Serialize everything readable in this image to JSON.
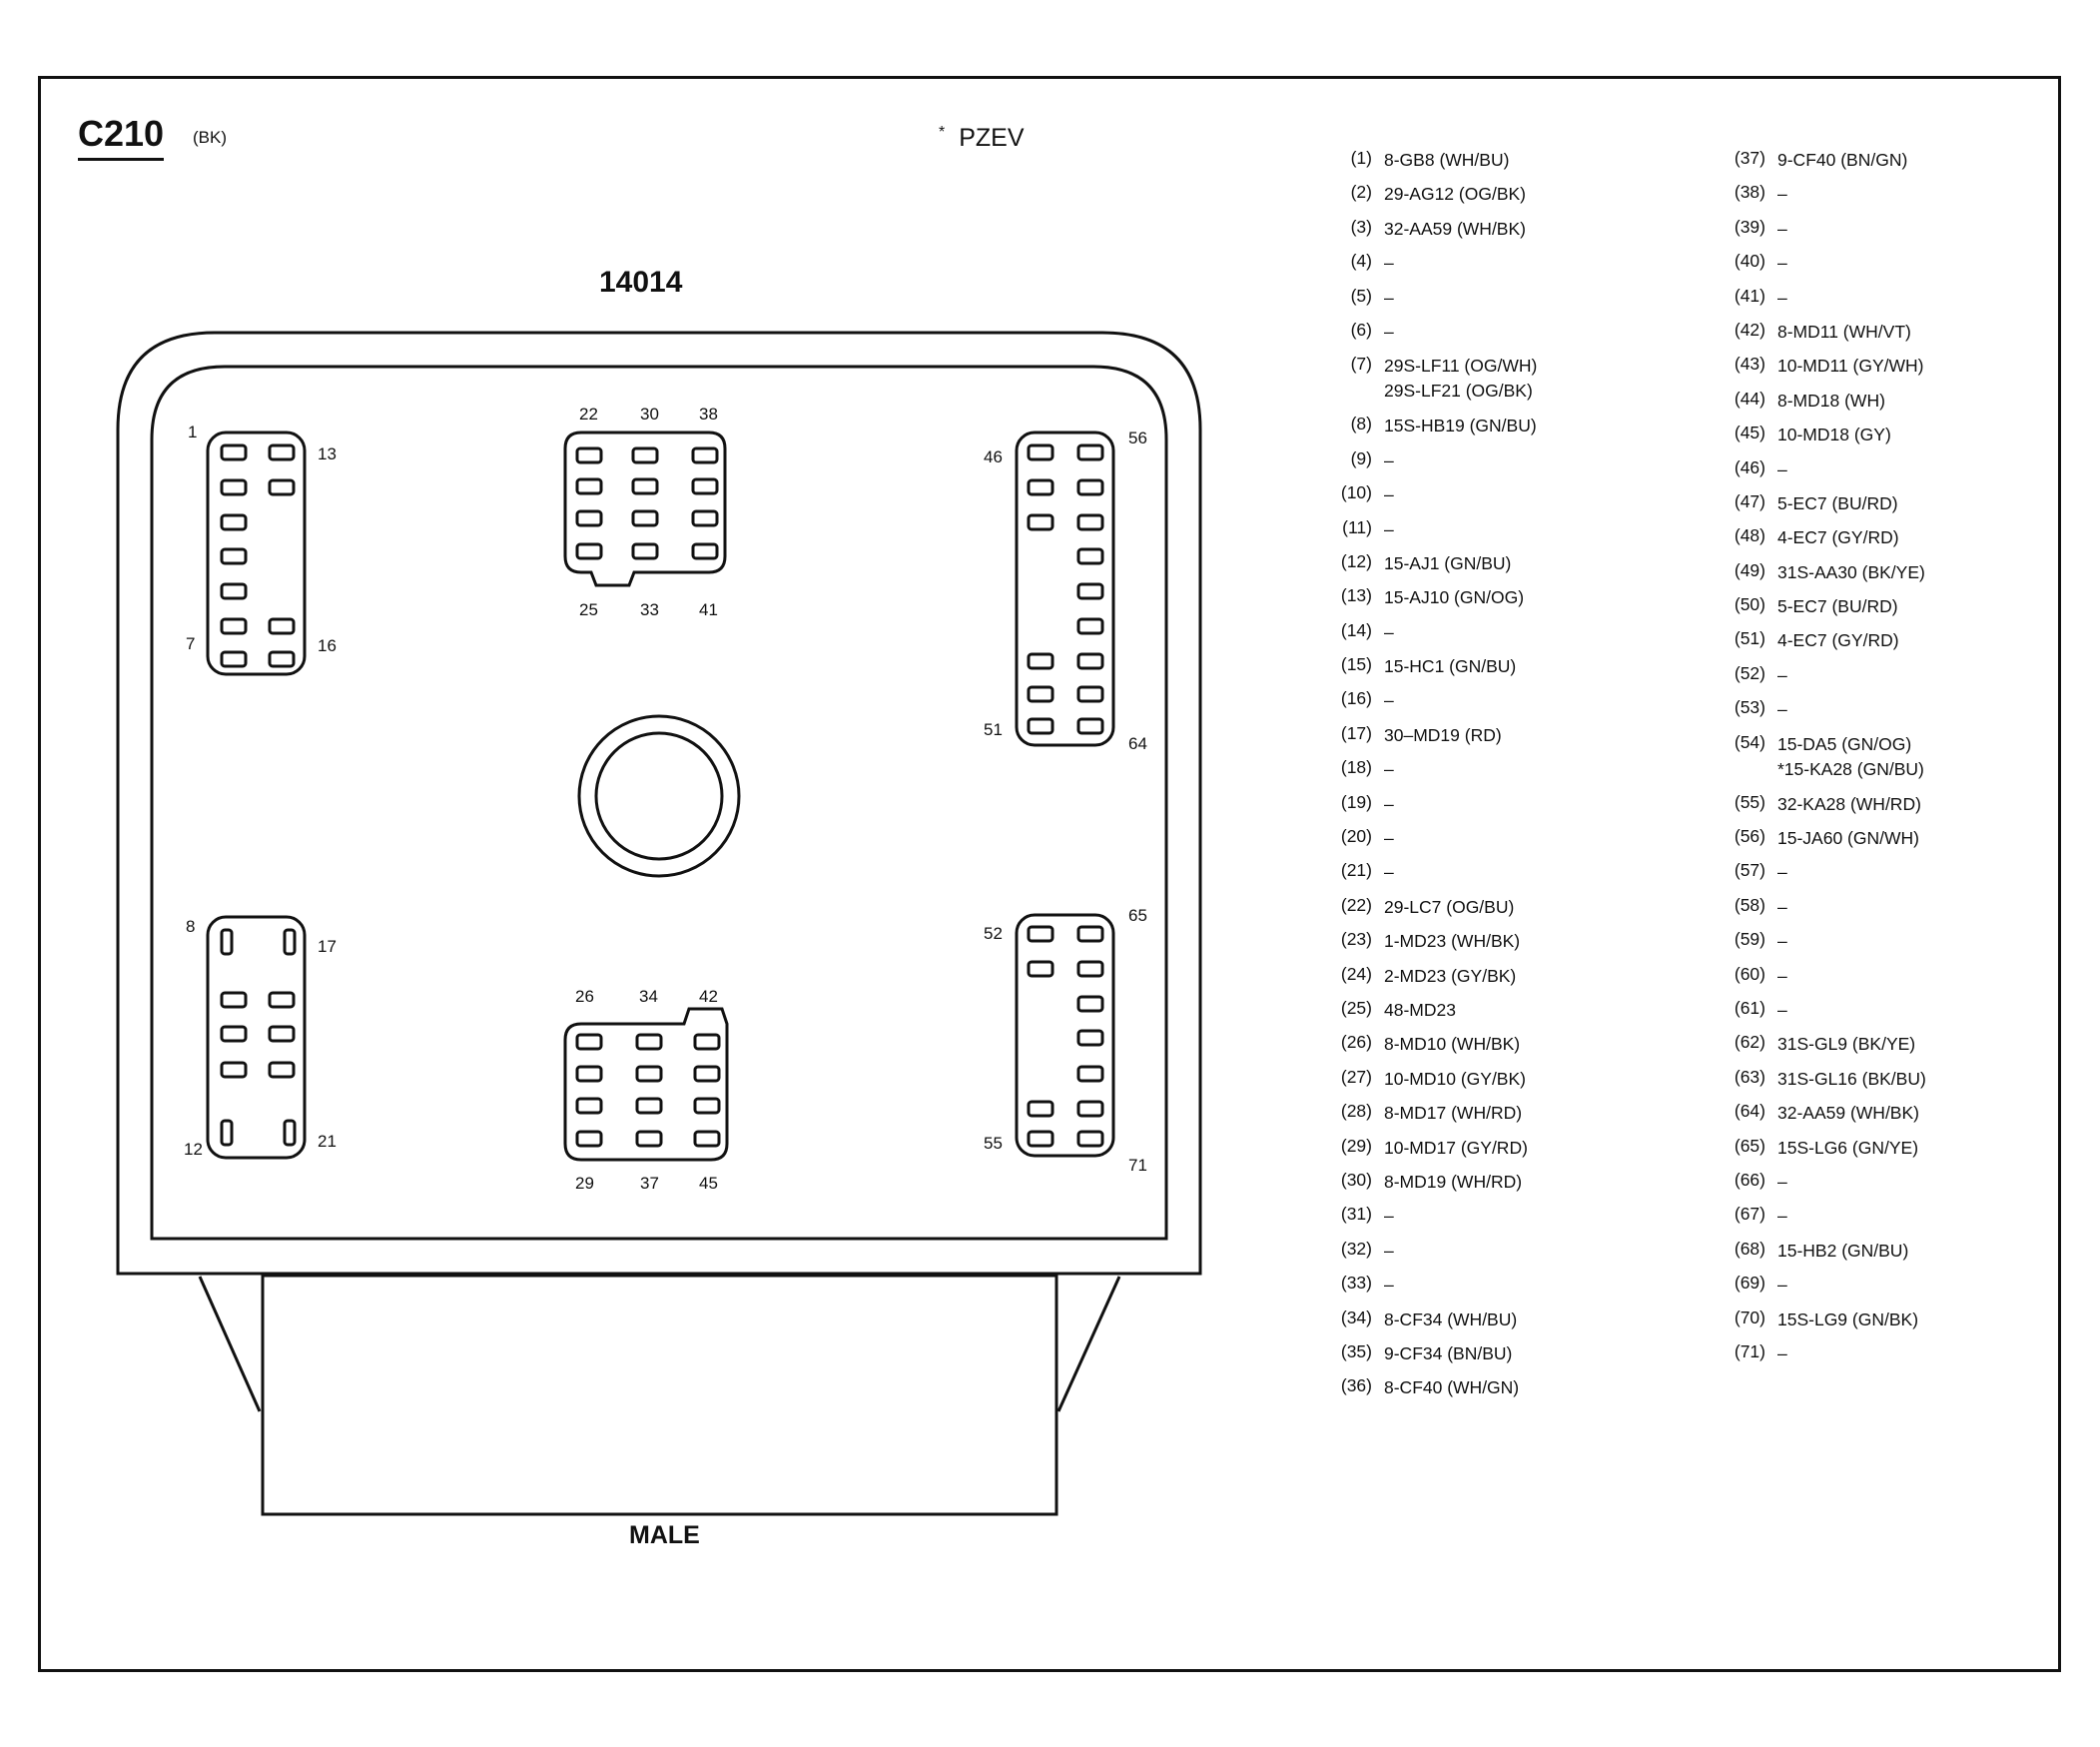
{
  "header": {
    "connector_id": "C210",
    "connector_color": "(BK)",
    "note_symbol": "*",
    "note_text": "PZEV",
    "part_number": "14014",
    "gender": "MALE"
  },
  "cavity_labels": [
    "1",
    "13",
    "7",
    "16",
    "8",
    "17",
    "12",
    "21",
    "22",
    "30",
    "38",
    "25",
    "33",
    "41",
    "26",
    "34",
    "42",
    "29",
    "37",
    "45",
    "46",
    "56",
    "51",
    "64",
    "52",
    "65",
    "55",
    "71"
  ],
  "pins_left": [
    {
      "num": "(1)",
      "wire": "8-GB8 (WH/BU)"
    },
    {
      "num": "(2)",
      "wire": "29-AG12 (OG/BK)"
    },
    {
      "num": "(3)",
      "wire": "32-AA59 (WH/BK)"
    },
    {
      "num": "(4)",
      "wire": "–"
    },
    {
      "num": "(5)",
      "wire": "–"
    },
    {
      "num": "(6)",
      "wire": "–"
    },
    {
      "num": "(7)",
      "wire": "29S-LF11 (OG/WH)\n29S-LF21 (OG/BK)"
    },
    {
      "num": "(8)",
      "wire": "15S-HB19 (GN/BU)"
    },
    {
      "num": "(9)",
      "wire": "–"
    },
    {
      "num": "(10)",
      "wire": "–"
    },
    {
      "num": "(11)",
      "wire": "–"
    },
    {
      "num": "(12)",
      "wire": "15-AJ1 (GN/BU)"
    },
    {
      "num": "(13)",
      "wire": "15-AJ10 (GN/OG)"
    },
    {
      "num": "(14)",
      "wire": "–"
    },
    {
      "num": "(15)",
      "wire": "15-HC1 (GN/BU)"
    },
    {
      "num": "(16)",
      "wire": "–"
    },
    {
      "num": "(17)",
      "wire": "30–MD19 (RD)"
    },
    {
      "num": "(18)",
      "wire": "–"
    },
    {
      "num": "(19)",
      "wire": "–"
    },
    {
      "num": "(20)",
      "wire": "–"
    },
    {
      "num": "(21)",
      "wire": "–"
    },
    {
      "num": "(22)",
      "wire": "29-LC7 (OG/BU)"
    },
    {
      "num": "(23)",
      "wire": "1-MD23 (WH/BK)"
    },
    {
      "num": "(24)",
      "wire": "2-MD23 (GY/BK)"
    },
    {
      "num": "(25)",
      "wire": "48-MD23"
    },
    {
      "num": "(26)",
      "wire": "8-MD10 (WH/BK)"
    },
    {
      "num": "(27)",
      "wire": "10-MD10 (GY/BK)"
    },
    {
      "num": "(28)",
      "wire": "8-MD17 (WH/RD)"
    },
    {
      "num": "(29)",
      "wire": "10-MD17 (GY/RD)"
    },
    {
      "num": "(30)",
      "wire": "8-MD19 (WH/RD)"
    },
    {
      "num": "(31)",
      "wire": "–"
    },
    {
      "num": "(32)",
      "wire": "–"
    },
    {
      "num": "(33)",
      "wire": "–"
    },
    {
      "num": "(34)",
      "wire": "8-CF34 (WH/BU)"
    },
    {
      "num": "(35)",
      "wire": "9-CF34 (BN/BU)"
    },
    {
      "num": "(36)",
      "wire": "8-CF40 (WH/GN)"
    }
  ],
  "pins_right": [
    {
      "num": "(37)",
      "wire": "9-CF40 (BN/GN)"
    },
    {
      "num": "(38)",
      "wire": "–"
    },
    {
      "num": "(39)",
      "wire": "–"
    },
    {
      "num": "(40)",
      "wire": "–"
    },
    {
      "num": "(41)",
      "wire": "–"
    },
    {
      "num": "(42)",
      "wire": "8-MD11 (WH/VT)"
    },
    {
      "num": "(43)",
      "wire": "10-MD11 (GY/WH)"
    },
    {
      "num": "(44)",
      "wire": "8-MD18 (WH)"
    },
    {
      "num": "(45)",
      "wire": "10-MD18 (GY)"
    },
    {
      "num": "(46)",
      "wire": "–"
    },
    {
      "num": "(47)",
      "wire": "5-EC7 (BU/RD)"
    },
    {
      "num": "(48)",
      "wire": "4-EC7 (GY/RD)"
    },
    {
      "num": "(49)",
      "wire": "31S-AA30 (BK/YE)"
    },
    {
      "num": "(50)",
      "wire": "5-EC7 (BU/RD)"
    },
    {
      "num": "(51)",
      "wire": "4-EC7 (GY/RD)"
    },
    {
      "num": "(52)",
      "wire": "–"
    },
    {
      "num": "(53)",
      "wire": "–"
    },
    {
      "num": "(54)",
      "wire": "15-DA5 (GN/OG)\n*15-KA28 (GN/BU)"
    },
    {
      "num": "(55)",
      "wire": "32-KA28 (WH/RD)"
    },
    {
      "num": "(56)",
      "wire": "15-JA60 (GN/WH)"
    },
    {
      "num": "(57)",
      "wire": "–"
    },
    {
      "num": "(58)",
      "wire": "–"
    },
    {
      "num": "(59)",
      "wire": "–"
    },
    {
      "num": "(60)",
      "wire": "–"
    },
    {
      "num": "(61)",
      "wire": "–"
    },
    {
      "num": "(62)",
      "wire": "31S-GL9 (BK/YE)"
    },
    {
      "num": "(63)",
      "wire": "31S-GL16 (BK/BU)"
    },
    {
      "num": "(64)",
      "wire": "32-AA59 (WH/BK)"
    },
    {
      "num": "(65)",
      "wire": "15S-LG6 (GN/YE)"
    },
    {
      "num": "(66)",
      "wire": "–"
    },
    {
      "num": "(67)",
      "wire": "–"
    },
    {
      "num": "(68)",
      "wire": "15-HB2 (GN/BU)"
    },
    {
      "num": "(69)",
      "wire": "–"
    },
    {
      "num": "(70)",
      "wire": "15S-LG9 (GN/BK)"
    },
    {
      "num": "(71)",
      "wire": "–"
    }
  ]
}
